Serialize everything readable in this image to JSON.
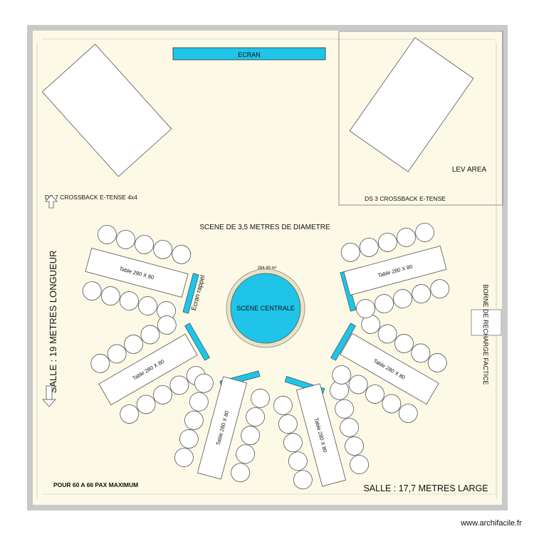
{
  "labels": {
    "ecran": "ECRAN",
    "ds7": "DS 7 CROSSBACK E-TENSE 4x4",
    "ds3": "DS 3 CROSSBACK E-TENSE",
    "lev_area": "LEV AREA",
    "scene_title": "SCENE DE 3,5 METRES DE DIAMETRE",
    "scene_area": "284.49 m²",
    "scene_centrale": "SCENE CENTRALE",
    "ecran_rappel": "Ecran rappel",
    "salle_longueur": "SALLE : 19 METRES LONGUEUR",
    "salle_large": "SALLE : 17,7 METRES LARGE",
    "borne": "BORNE DE RECHARGE FACTICE",
    "pax": "POUR 60 A 66 PAX MAXIMUM",
    "table": "Table 280 X 80",
    "table_flipped": "Table 280 X 80",
    "watermark": "www.archifacile.fr"
  },
  "colors": {
    "wall": "#c9c9c9",
    "floor": "#fcf9e6",
    "accent": "#1fc4e8",
    "stroke": "#444444"
  },
  "icons": {
    "arrow_up": "arrow-up-icon",
    "arrow_down": "arrow-down-icon"
  }
}
